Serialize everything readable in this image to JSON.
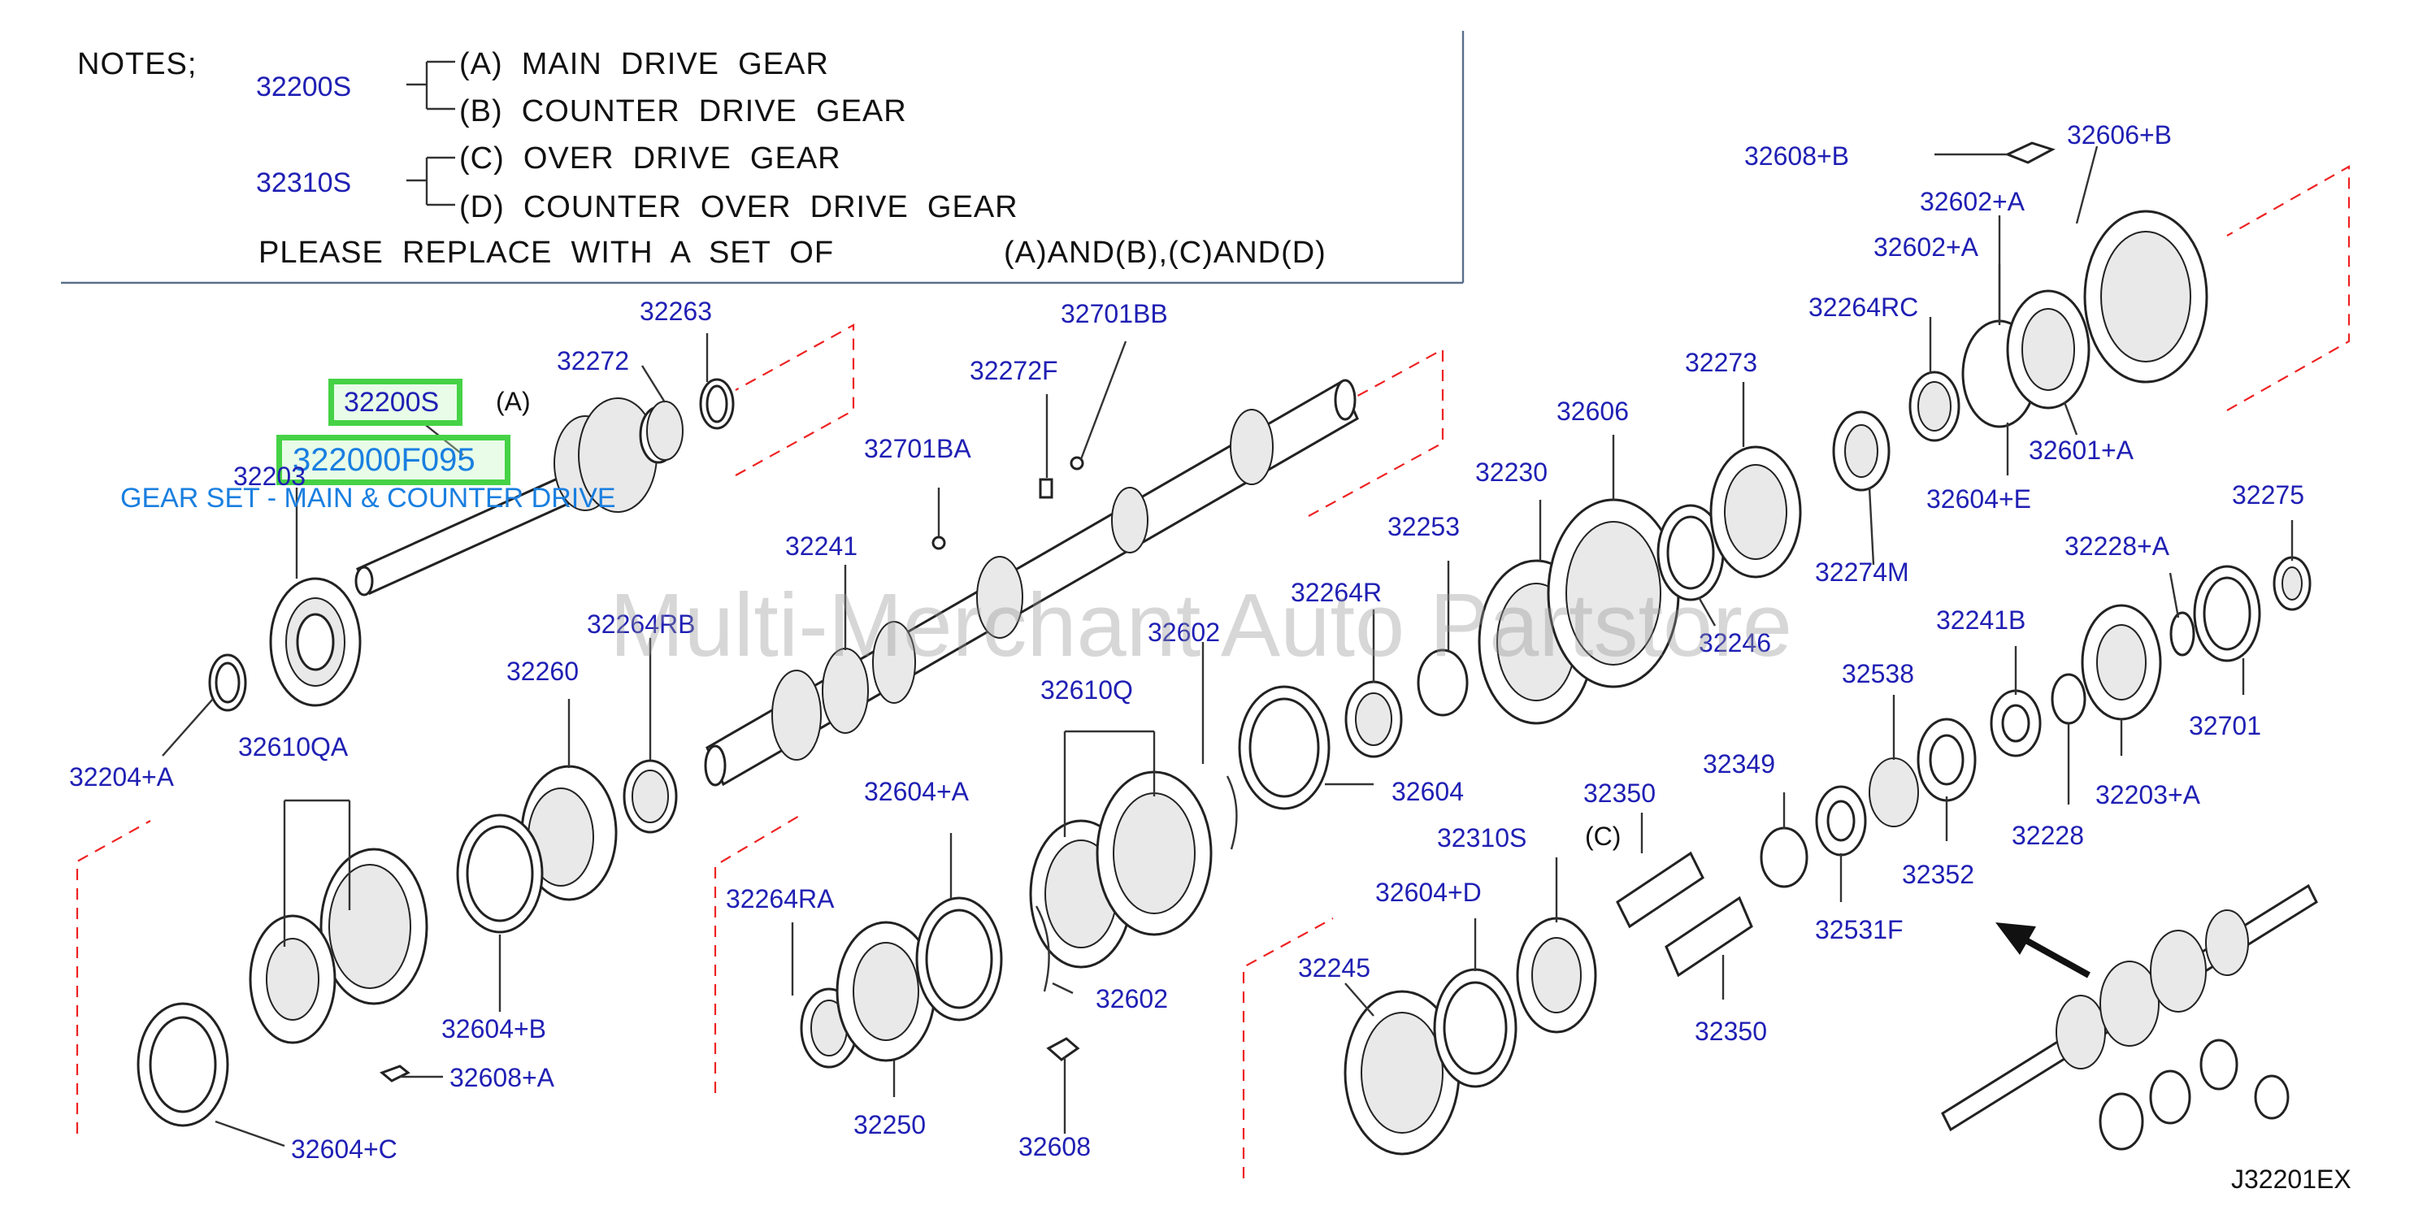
{
  "notes": {
    "heading": "NOTES;",
    "group1_code": "32200S",
    "line_a": "(A)  MAIN  DRIVE  GEAR",
    "line_b": "(B)  COUNTER  DRIVE  GEAR",
    "group2_code": "32310S",
    "line_c": "(C)  OVER  DRIVE  GEAR",
    "line_d": "(D)  COUNTER  OVER  DRIVE  GEAR",
    "replace_text": "PLEASE  REPLACE  WITH  A  SET  OF",
    "replace_sets": "(A)AND(B),(C)AND(D)"
  },
  "highlight": {
    "assembly_code": "32200S",
    "part_number": "322000F095",
    "description": "GEAR SET - MAIN & COUNTER DRIVE"
  },
  "watermark": "Multi-Merchant Auto Partstore",
  "figure_id": "J32201EX",
  "refs": {
    "a": "(A)",
    "c": "(C)"
  },
  "colors": {
    "callout": "#1f1fb4",
    "highlight_border": "#46d246",
    "description": "#1a7fe0",
    "dash_frame": "#e22222"
  },
  "callouts": {
    "c32263": "32263",
    "c32272": "32272",
    "c32203": "32203",
    "c32204a": "32204+A",
    "c32610qa": "32610QA",
    "c32260": "32260",
    "c32264rb": "32264RB",
    "c32241": "32241",
    "c32701ba": "32701BA",
    "c32272f": "32272F",
    "c32701bb": "32701BB",
    "c32604a": "32604+A",
    "c32604b": "32604+B",
    "c32608a": "32608+A",
    "c32604c": "32604+C",
    "c32264ra": "32264RA",
    "c32250": "32250",
    "c32608": "32608",
    "c32602_low": "32602",
    "c32610q": "32610Q",
    "c32602_mid": "32602",
    "c32604": "32604",
    "c32264r": "32264R",
    "c32253": "32253",
    "c32230": "32230",
    "c32606": "32606",
    "c32273": "32273",
    "c32246": "32246",
    "c32274m": "32274M",
    "c32264rc": "32264RC",
    "c32602a_1": "32602+A",
    "c32602a_2": "32602+A",
    "c32608b": "32608+B",
    "c32606b": "32606+B",
    "c32601a": "32601+A",
    "c32604e": "32604+E",
    "c32275": "32275",
    "c32228a": "32228+A",
    "c32241b": "32241B",
    "c32538": "32538",
    "c32349": "32349",
    "c32350_top": "32350",
    "c32310s": "32310S",
    "c32604d": "32604+D",
    "c32245": "32245",
    "c32350_bot": "32350",
    "c32531f": "32531F",
    "c32352": "32352",
    "c32228": "32228",
    "c32203a": "32203+A",
    "c32701": "32701"
  }
}
